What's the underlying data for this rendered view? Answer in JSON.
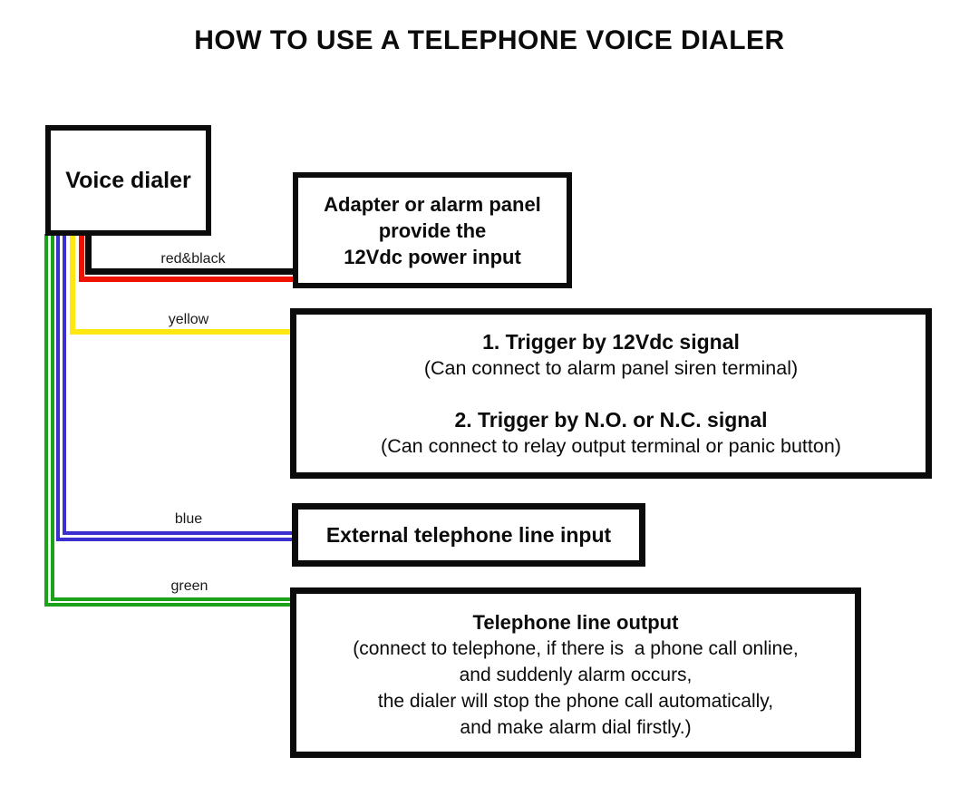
{
  "title": "HOW TO USE A TELEPHONE VOICE DIALER",
  "boxes": {
    "voice_dialer": {
      "label": "Voice dialer"
    },
    "power": {
      "lines": [
        "Adapter or alarm panel",
        "provide the",
        "12Vdc power input"
      ]
    },
    "trigger": {
      "item1_title": "1. Trigger by 12Vdc signal",
      "item1_note": "(Can connect to alarm panel siren terminal)",
      "item2_title": "2. Trigger by N.O. or N.C. signal",
      "item2_note": "(Can connect to relay output terminal or panic button)"
    },
    "line_input": {
      "label": "External telephone line input"
    },
    "line_output": {
      "title": "Telephone line output",
      "lines": [
        "(connect to telephone, if there is  a phone call online,",
        "and suddenly alarm occurs,",
        "the dialer will stop the phone call automatically,",
        "and make alarm dial firstly.)"
      ]
    }
  },
  "wires": {
    "red_black": {
      "label": "red&black",
      "black": "#0b0b0b",
      "red": "#ee1100"
    },
    "yellow": {
      "label": "yellow",
      "color": "#ffe712"
    },
    "blue": {
      "label": "blue",
      "color": "#3b2fd0"
    },
    "green": {
      "label": "green",
      "color": "#1aa31a"
    }
  }
}
